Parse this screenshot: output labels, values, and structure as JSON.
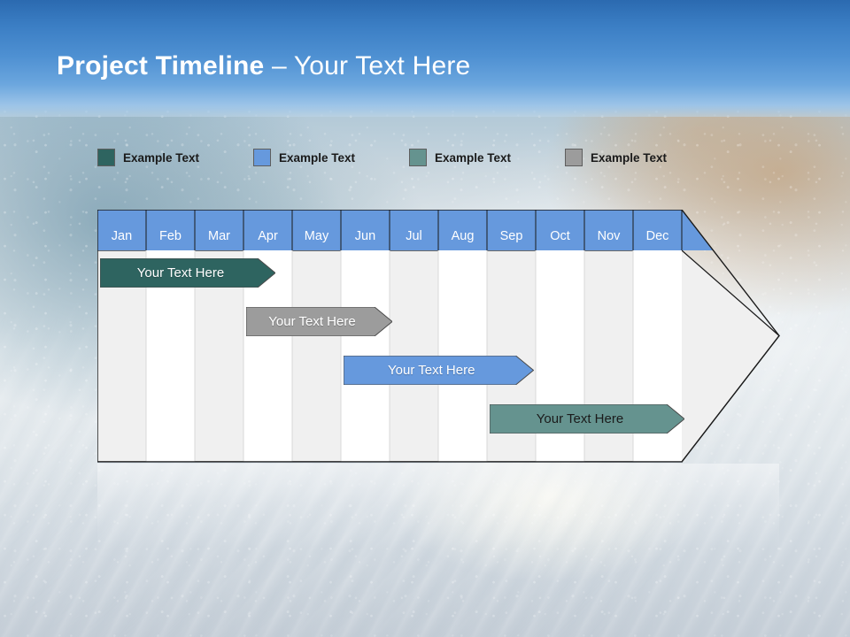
{
  "slide": {
    "title_strong": "Project Timeline",
    "title_dash": " – ",
    "title_light": "Your Text Here"
  },
  "legend": {
    "items": [
      {
        "label": "Example Text",
        "color": "#2E6460",
        "icon": "color-swatch-icon"
      },
      {
        "label": "Example Text",
        "color": "#6699DD",
        "icon": "color-swatch-icon"
      },
      {
        "label": "Example Text",
        "color": "#65938F",
        "icon": "color-swatch-icon"
      },
      {
        "label": "Example Text",
        "color": "#9C9C9C",
        "icon": "color-swatch-icon"
      }
    ]
  },
  "chart_data": {
    "type": "bar",
    "title": "Project Timeline – Your Text Here",
    "xlabel": "",
    "ylabel": "",
    "categories": [
      "Jan",
      "Feb",
      "Mar",
      "Apr",
      "May",
      "Jun",
      "Jul",
      "Aug",
      "Sep",
      "Oct",
      "Nov",
      "Dec"
    ],
    "header_fill": "#6699DD",
    "row_stripe_colors": [
      "#F0F0F0",
      "#FFFFFF"
    ],
    "grid": true,
    "legend_position": "top",
    "series": [
      {
        "name": "Your  Text Here",
        "label": "Your  Text Here",
        "color": "#2E6460",
        "text_color": "#FFFFFF",
        "start_month": "Jan",
        "end_month": "Apr",
        "start_index": 0,
        "end_index": 3.6,
        "row": 0
      },
      {
        "name": "Your  Text Here",
        "label": "Your  Text Here",
        "color": "#9C9C9C",
        "text_color": "#FFFFFF",
        "start_month": "Apr",
        "end_month": "Jun",
        "start_index": 3.0,
        "end_index": 6.0,
        "row": 1
      },
      {
        "name": "Your  Text Here",
        "label": "Your  Text Here",
        "color": "#6699DD",
        "text_color": "#FFFFFF",
        "start_month": "Jun",
        "end_month": "Sep",
        "start_index": 5.0,
        "end_index": 8.9,
        "row": 2
      },
      {
        "name": "Your  Text Here",
        "label": "Your  Text Here",
        "color": "#65938F",
        "text_color": "#1B1B1B",
        "start_month": "Sep",
        "end_month": "Dec",
        "start_index": 8.0,
        "end_index": 12.0,
        "row": 3
      }
    ]
  }
}
